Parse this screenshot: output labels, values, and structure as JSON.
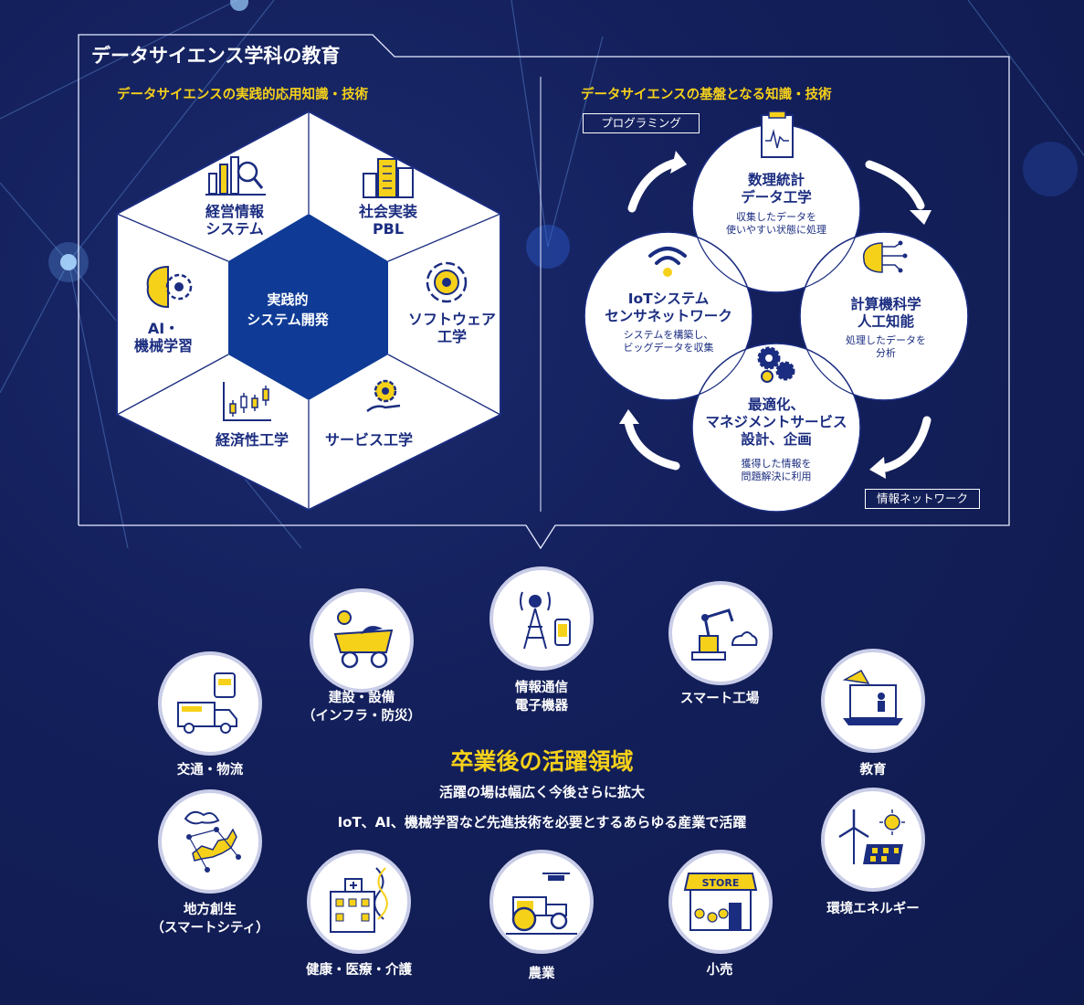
{
  "frame": {
    "title": "データサイエンス学科の教育"
  },
  "left_section": {
    "title": "データサイエンスの実践的応用知識・技術",
    "center": [
      "実践的",
      "システム開発"
    ],
    "segments": [
      {
        "label": [
          "経営情報",
          "システム"
        ],
        "icon": "business-chart-icon"
      },
      {
        "label": [
          "社会実装",
          "PBL"
        ],
        "icon": "city-buildings-icon"
      },
      {
        "label": [
          "ソフトウェア",
          "工学"
        ],
        "icon": "software-chip-icon"
      },
      {
        "label": [
          "サービス工学"
        ],
        "icon": "hand-gear-icon"
      },
      {
        "label": [
          "経済性工学"
        ],
        "icon": "candlestick-chart-icon"
      },
      {
        "label": [
          "AI・",
          "機械学習"
        ],
        "icon": "brain-gear-icon"
      }
    ]
  },
  "right_section": {
    "title": "データサイエンスの基盤となる知識・技術",
    "tag_top": "プログラミング",
    "tag_bottom": "情報ネットワーク",
    "circles": [
      {
        "title": [
          "数理統計",
          "データ工学"
        ],
        "sub": [
          "収集したデータを",
          "使いやすい状態に処理"
        ],
        "icon": "clipboard-chart-icon"
      },
      {
        "title": [
          "計算機科学",
          "人工知能"
        ],
        "sub": [
          "処理したデータを",
          "分析"
        ],
        "icon": "circuit-brain-icon"
      },
      {
        "title": [
          "最適化、",
          "マネジメントサービス",
          "設計、企画"
        ],
        "sub": [
          "獲得した情報を",
          "問題解決に利用"
        ],
        "icon": "gears-icon"
      },
      {
        "title": [
          "IoTシステム",
          "センサネットワーク"
        ],
        "sub": [
          "システムを構築し、",
          "ビッグデータを収集"
        ],
        "icon": "wifi-icon"
      }
    ]
  },
  "careers": {
    "title": "卒業後の活躍領域",
    "line1": "活躍の場は幅広く今後さらに拡大",
    "line2": "IoT、AI、機械学習など先進技術を必要とするあらゆる産業で活躍",
    "industries": [
      {
        "label": [
          "交通・物流"
        ],
        "icon": "truck-train-icon"
      },
      {
        "label": [
          "建設・設備",
          "（インフラ・防災）"
        ],
        "icon": "dump-truck-icon"
      },
      {
        "label": [
          "情報通信",
          "電子機器"
        ],
        "icon": "radio-tower-icon"
      },
      {
        "label": [
          "スマート工場"
        ],
        "icon": "robot-arm-icon"
      },
      {
        "label": [
          "教育"
        ],
        "icon": "laptop-teacher-icon"
      },
      {
        "label": [
          "地方創生",
          "（スマートシティ）"
        ],
        "icon": "japan-map-network-icon"
      },
      {
        "label": [
          "健康・医療・介護"
        ],
        "icon": "hospital-dna-icon"
      },
      {
        "label": [
          "農業"
        ],
        "icon": "tractor-drone-icon"
      },
      {
        "label": [
          "小売"
        ],
        "icon": "store-icon"
      },
      {
        "label": [
          "環境エネルギー"
        ],
        "icon": "wind-solar-icon"
      }
    ],
    "store_sign": "STORE"
  },
  "colors": {
    "navy": "#1b2d80",
    "yellow": "#f6d11a",
    "background": "#131f5a",
    "hex_center": "#0f3b96"
  }
}
